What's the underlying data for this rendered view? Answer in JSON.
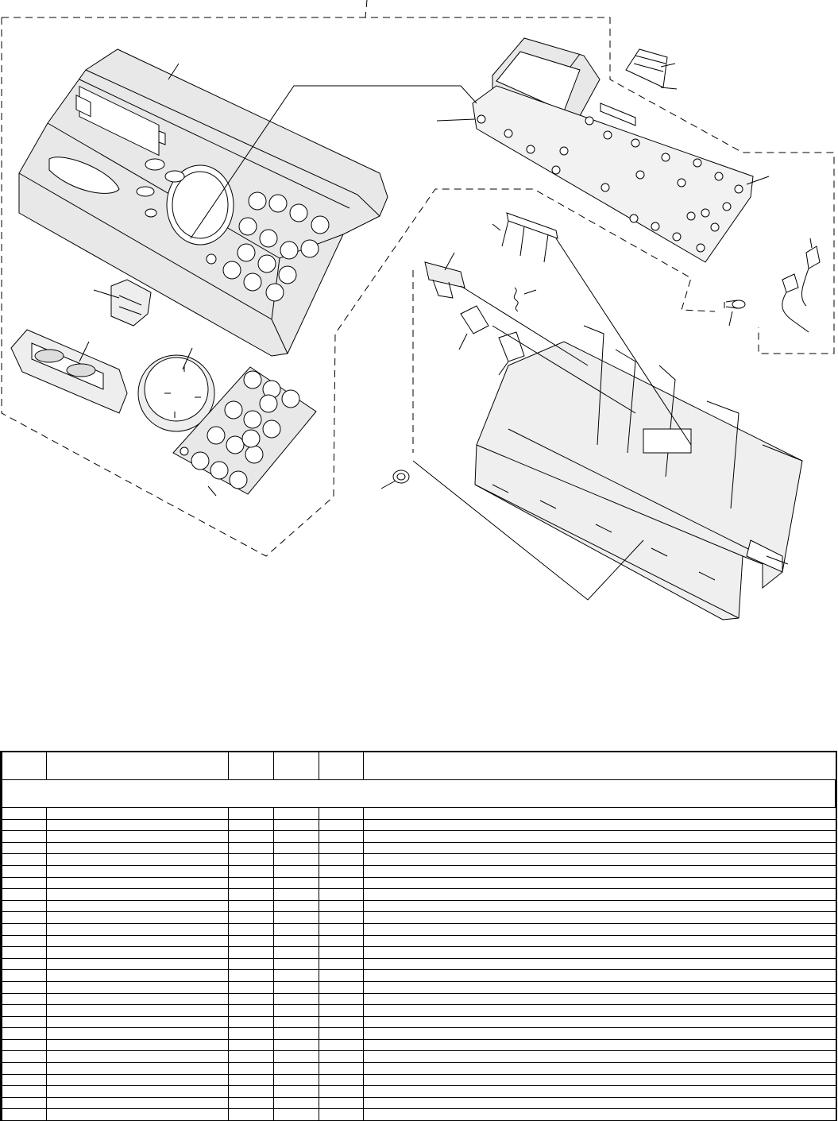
{
  "diagram": {
    "leader_lines": 22,
    "dashed_groups": [
      "operation-panel-group",
      "panel-pwb-group",
      "tray-group",
      "connector-group"
    ]
  },
  "table": {
    "header": {
      "no": "",
      "part_no": "",
      "price": "",
      "new": "",
      "rank": "",
      "description": ""
    },
    "group_title": "",
    "rows": [
      {
        "no": "",
        "part_no": "",
        "price": "",
        "new": "",
        "rank": "",
        "description": ""
      },
      {
        "no": "",
        "part_no": "",
        "price": "",
        "new": "",
        "rank": "",
        "description": ""
      },
      {
        "no": "",
        "part_no": "",
        "price": "",
        "new": "",
        "rank": "",
        "description": ""
      },
      {
        "no": "",
        "part_no": "",
        "price": "",
        "new": "",
        "rank": "",
        "description": ""
      },
      {
        "no": "",
        "part_no": "",
        "price": "",
        "new": "",
        "rank": "",
        "description": ""
      },
      {
        "no": "",
        "part_no": "",
        "price": "",
        "new": "",
        "rank": "",
        "description": ""
      },
      {
        "no": "",
        "part_no": "",
        "price": "",
        "new": "",
        "rank": "",
        "description": ""
      },
      {
        "no": "",
        "part_no": "",
        "price": "",
        "new": "",
        "rank": "",
        "description": ""
      },
      {
        "no": "",
        "part_no": "",
        "price": "",
        "new": "",
        "rank": "",
        "description": ""
      },
      {
        "no": "",
        "part_no": "",
        "price": "",
        "new": "",
        "rank": "",
        "description": ""
      },
      {
        "no": "",
        "part_no": "",
        "price": "",
        "new": "",
        "rank": "",
        "description": ""
      },
      {
        "no": "",
        "part_no": "",
        "price": "",
        "new": "",
        "rank": "",
        "description": ""
      },
      {
        "no": "",
        "part_no": "",
        "price": "",
        "new": "",
        "rank": "",
        "description": ""
      },
      {
        "no": "",
        "part_no": "",
        "price": "",
        "new": "",
        "rank": "",
        "description": ""
      },
      {
        "no": "",
        "part_no": "",
        "price": "",
        "new": "",
        "rank": "",
        "description": ""
      },
      {
        "no": "",
        "part_no": "",
        "price": "",
        "new": "",
        "rank": "",
        "description": ""
      },
      {
        "no": "",
        "part_no": "",
        "price": "",
        "new": "",
        "rank": "",
        "description": ""
      },
      {
        "no": "",
        "part_no": "",
        "price": "",
        "new": "",
        "rank": "",
        "description": ""
      },
      {
        "no": "",
        "part_no": "",
        "price": "",
        "new": "",
        "rank": "",
        "description": ""
      },
      {
        "no": "",
        "part_no": "",
        "price": "",
        "new": "",
        "rank": "",
        "description": ""
      },
      {
        "no": "",
        "part_no": "",
        "price": "",
        "new": "",
        "rank": "",
        "description": ""
      },
      {
        "no": "",
        "part_no": "",
        "price": "",
        "new": "",
        "rank": "",
        "description": ""
      },
      {
        "no": "",
        "part_no": "",
        "price": "",
        "new": "",
        "rank": "",
        "description": ""
      },
      {
        "no": "",
        "part_no": "",
        "price": "",
        "new": "",
        "rank": "",
        "description": ""
      },
      {
        "no": "",
        "part_no": "",
        "price": "",
        "new": "",
        "rank": "",
        "description": ""
      },
      {
        "no": "",
        "part_no": "",
        "price": "",
        "new": "",
        "rank": "",
        "description": ""
      },
      {
        "no": "",
        "part_no": "",
        "price": "",
        "new": "",
        "rank": "",
        "description": ""
      }
    ]
  },
  "colors": {
    "line": "#000000",
    "panel_fill": "#e8e8e8",
    "tray_fill": "#efefef",
    "background": "#ffffff"
  }
}
